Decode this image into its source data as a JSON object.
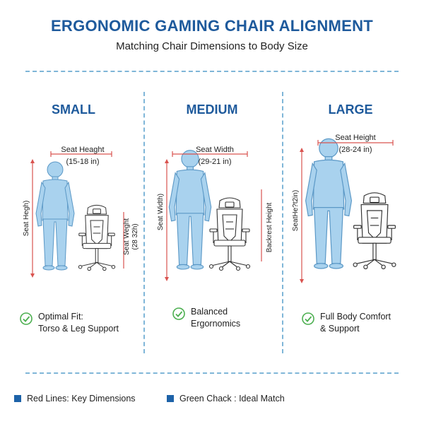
{
  "header": {
    "title": "ERGONOMIC GAMING CHAIR ALIGNMENT",
    "subtitle": "Matching Chair Dimensions to Body Size"
  },
  "colors": {
    "accent": "#1e5a9c",
    "figure": "#a9d2ee",
    "dimension_line": "#d9534f",
    "check": "#4caf50",
    "divider": "#7fb6d8"
  },
  "columns": [
    {
      "heading": "SMALL",
      "top_label": "Seat Heaght",
      "top_value": "(15-18 in)",
      "left_label": "Seat Hegh)",
      "right_label": "Seat Weght",
      "right_value": "(28 32h)",
      "fit_line1": "Optimal Fit:",
      "fit_line2": "Torso & Leg Support"
    },
    {
      "heading": "MEDIUM",
      "top_label": "Seat Width",
      "top_value": "(29-21 in)",
      "left_label": "Seat Width)",
      "right_label": "Backrest Height",
      "fit_line1": "Balanced",
      "fit_line2": "Ergornomics"
    },
    {
      "heading": "LARGE",
      "top_label": "Seat Height",
      "top_value": "(28-24 in)",
      "left_label": "SeatHe?t2in)",
      "fit_line1": "Full Body Comfort",
      "fit_line2": "& Support"
    }
  ],
  "legend": [
    {
      "label": "Red Lines: Key Dimensions",
      "icon": "blue-square-icon"
    },
    {
      "label": "Green Chack : Ideal Match",
      "icon": "blue-square-icon"
    }
  ]
}
